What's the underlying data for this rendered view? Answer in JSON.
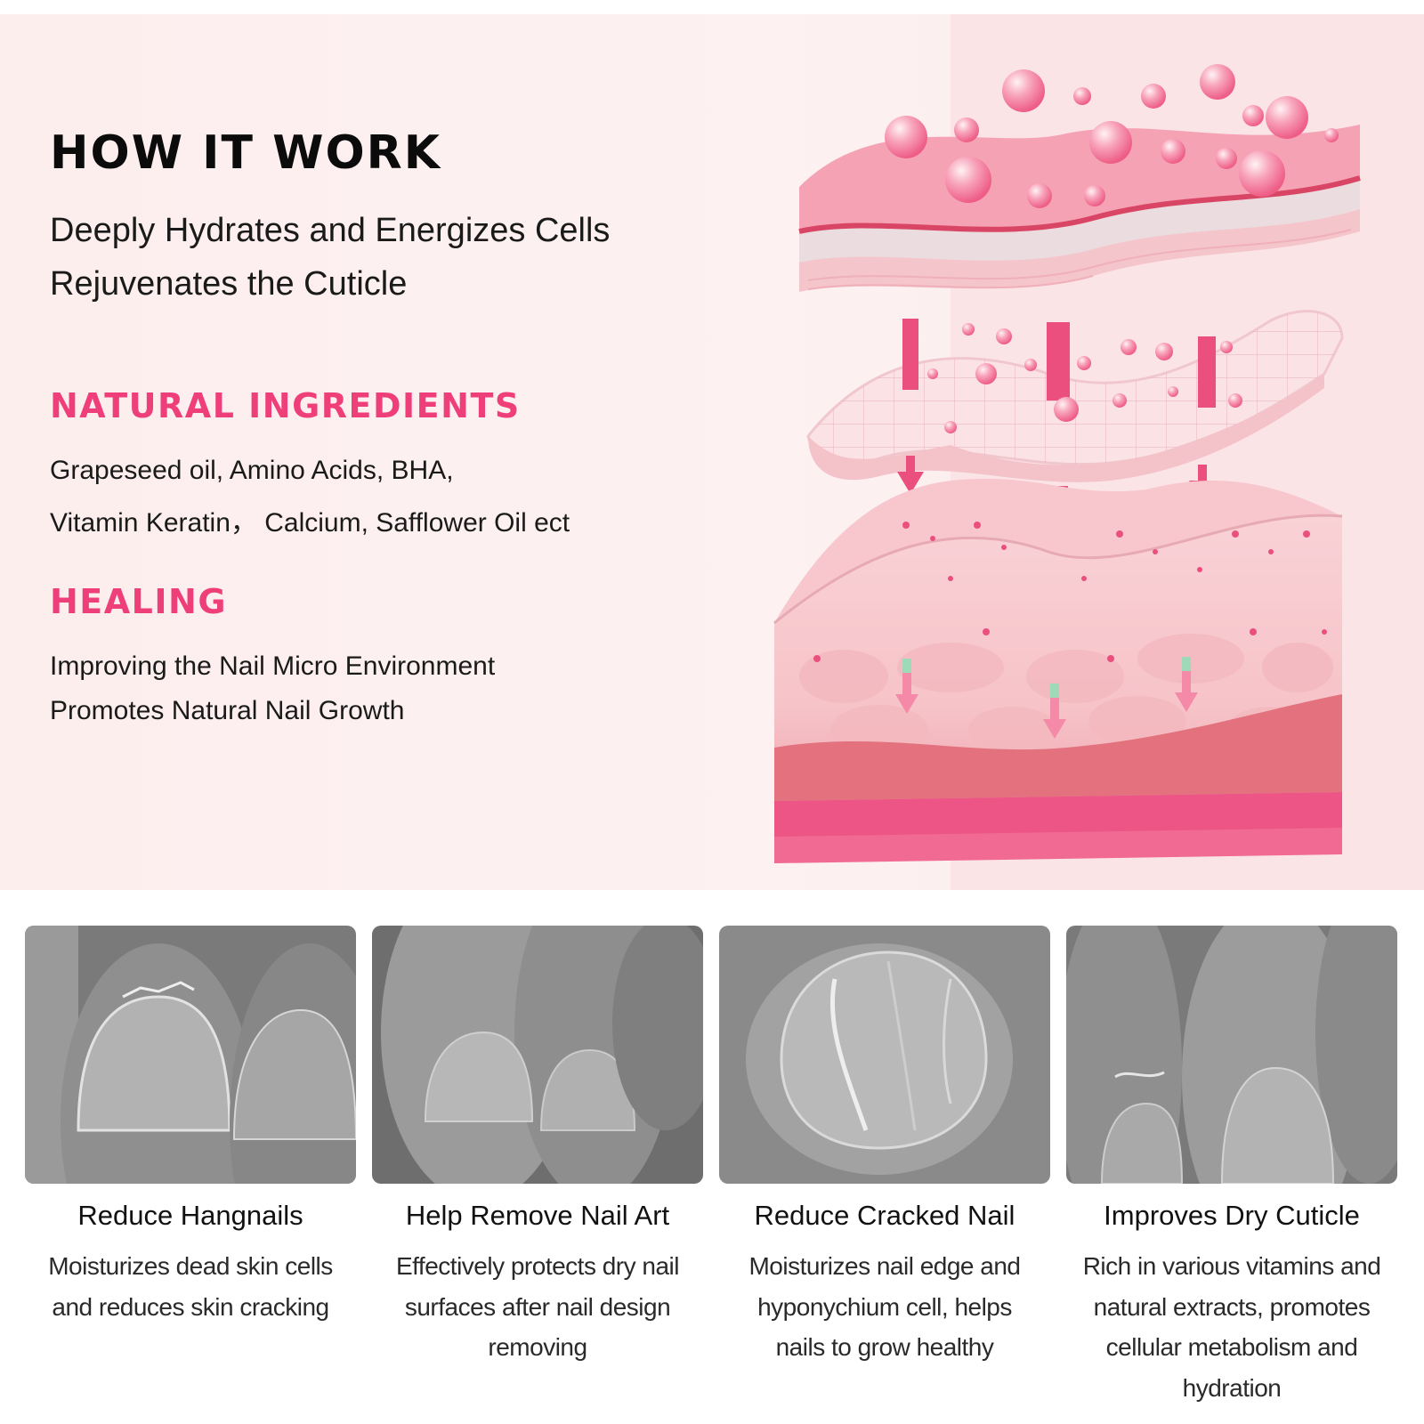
{
  "header": {
    "title": "HOW IT WORK",
    "subtitle_lines": [
      "Deeply Hydrates and Energizes Cells",
      "Rejuvenates the Cuticle"
    ]
  },
  "sections": [
    {
      "heading": "NATURAL INGREDIENTS",
      "lines": [
        "Grapeseed oil, Amino Acids, BHA,",
        "Vitamin Keratin， Calcium, Safflower Oil ect"
      ]
    },
    {
      "heading": "HEALING",
      "lines": [
        "Improving the Nail Micro Environment",
        "Promotes Natural Nail Growth"
      ]
    }
  ],
  "benefits": [
    {
      "title": "Reduce Hangnails",
      "lines": [
        "Moisturizes dead skin cells",
        "and reduces skin cracking"
      ]
    },
    {
      "title": "Help Remove Nail Art",
      "lines": [
        "Effectively protects dry nail",
        "surfaces after nail design",
        "removing"
      ]
    },
    {
      "title": "Reduce Cracked Nail",
      "lines": [
        "Moisturizes nail edge and",
        "hyponychium cell,   helps",
        "nails to grow healthy"
      ]
    },
    {
      "title": "Improves Dry Cuticle",
      "lines": [
        "Rich in various vitamins and",
        "natural extracts, promotes",
        "cellular metabolism and",
        "hydration"
      ]
    }
  ],
  "colors": {
    "accent_pink": "#ee3f7a",
    "panel_bg": "#fdeeee",
    "skin_pink": "#f59ab0",
    "deep_pink": "#e94f7e"
  },
  "icons": {
    "diagram": "skin-layers-illustration",
    "photos": [
      "nail-photo-hangnail",
      "nail-photo-nail-art",
      "nail-photo-cracked",
      "nail-photo-dry-cuticle"
    ]
  }
}
